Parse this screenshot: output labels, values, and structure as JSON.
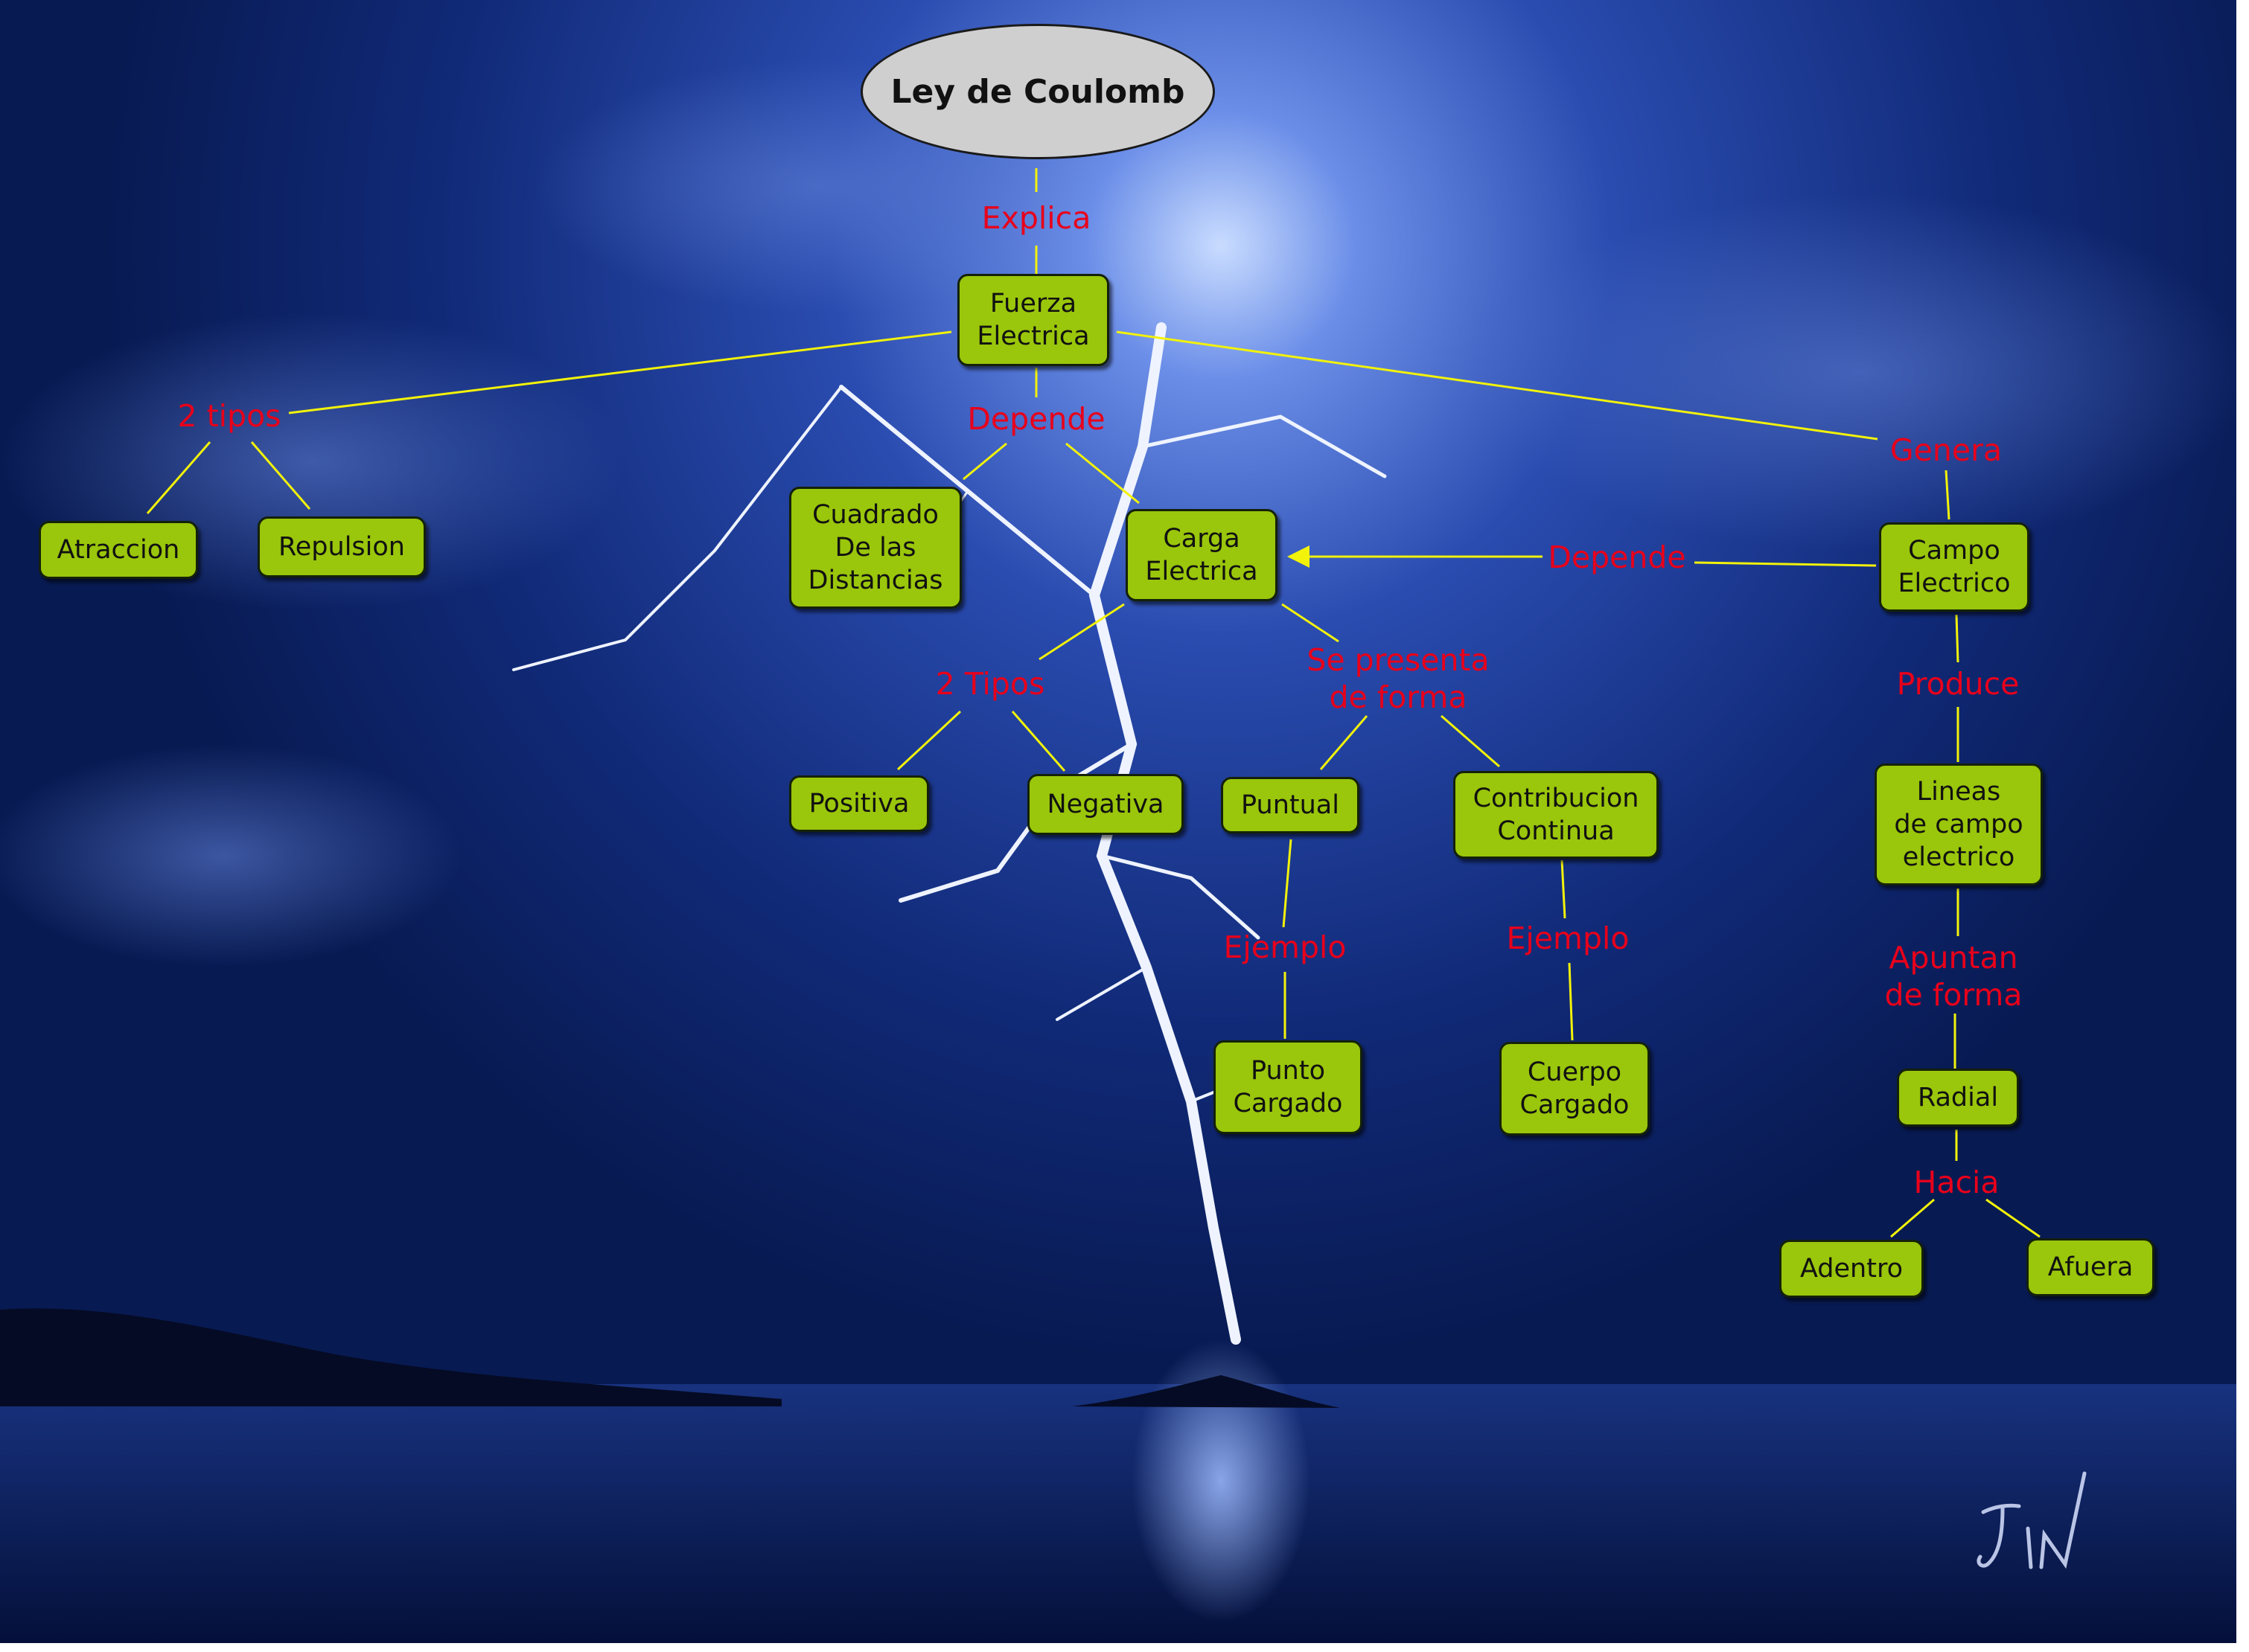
{
  "colors": {
    "node_fill": "#9ac60b",
    "link_text": "#e8001b",
    "connector": "#f2f20a",
    "root_fill": "#cfcfcf"
  },
  "title": "Ley de Coulomb",
  "nodes": {
    "fuerza": "Fuerza\nElectrica",
    "atraccion": "Atraccion",
    "repulsion": "Repulsion",
    "cuadrado": "Cuadrado\nDe las\nDistancias",
    "carga": "Carga\nElectrica",
    "campo": "Campo\nElectrico",
    "positiva": "Positiva",
    "negativa": "Negativa",
    "puntual": "Puntual",
    "contribucion": "Contribucion\nContinua",
    "lineas": "Lineas\nde campo\nelectrico",
    "punto_cargado": "Punto\nCargado",
    "cuerpo_cargado": "Cuerpo\nCargado",
    "radial": "Radial",
    "adentro": "Adentro",
    "afuera": "Afuera"
  },
  "links": {
    "explica": "Explica",
    "dos_tipos_left": "2 tipos",
    "depende_center": "Depende",
    "genera": "Genera",
    "depende_right": "Depende",
    "dos_tipos_carga": "2 Tipos",
    "se_presenta": "Se presenta\nde forma",
    "produce": "Produce",
    "ejemplo_puntual": "Ejemplo",
    "ejemplo_continua": "Ejemplo",
    "apuntan": "Apuntan\nde forma",
    "hacia": "Hacia"
  }
}
